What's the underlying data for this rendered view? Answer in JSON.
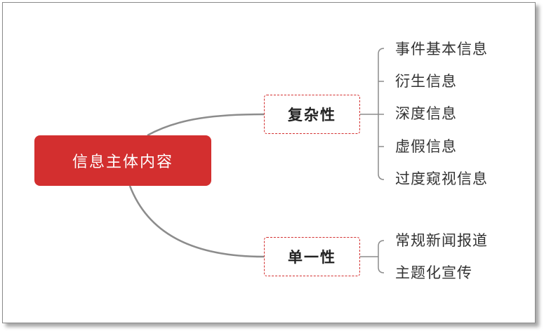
{
  "root": {
    "label": "信息主体内容"
  },
  "branches": [
    {
      "label": "复杂性",
      "children": [
        "事件基本信息",
        "衍生信息",
        "深度信息",
        "虚假信息",
        "过度窥视信息"
      ]
    },
    {
      "label": "单一性",
      "children": [
        "常规新闻报道",
        "主题化宣传"
      ]
    }
  ],
  "colors": {
    "root_fill": "#d32f2f",
    "branch_border": "#d32f2f",
    "connector": "#8c8c8c"
  }
}
